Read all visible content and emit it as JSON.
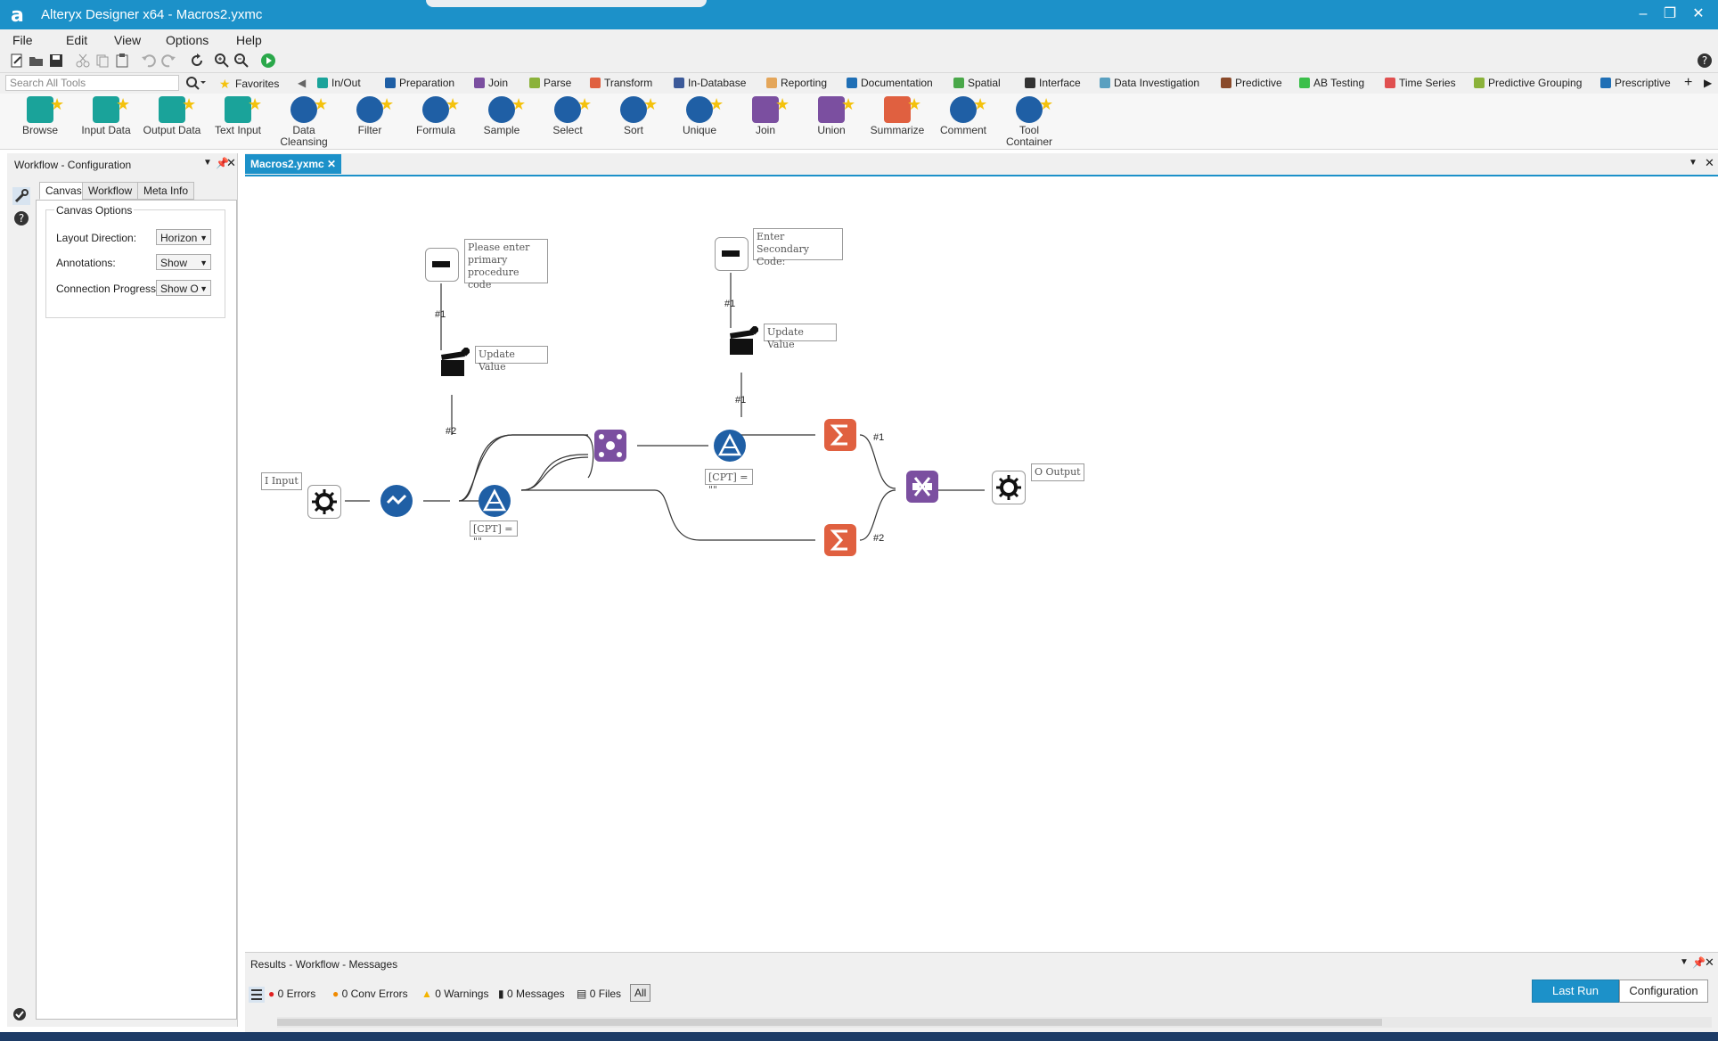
{
  "window": {
    "title": "Alteryx Designer x64 - Macros2.yxmc",
    "logo": "a"
  },
  "menu": [
    "File",
    "Edit",
    "View",
    "Options",
    "Help"
  ],
  "search": {
    "placeholder": "Search All Tools"
  },
  "palette_tabs": [
    {
      "label": "Favorites",
      "color": "#f4c20d"
    },
    {
      "label": "In/Out",
      "color": "#1aa39a"
    },
    {
      "label": "Preparation",
      "color": "#1f5fa5"
    },
    {
      "label": "Join",
      "color": "#7b4fa0"
    },
    {
      "label": "Parse",
      "color": "#8bb23a"
    },
    {
      "label": "Transform",
      "color": "#e06040"
    },
    {
      "label": "In-Database",
      "color": "#3c5a99"
    },
    {
      "label": "Reporting",
      "color": "#e4a65a"
    },
    {
      "label": "Documentation",
      "color": "#1f6fb5"
    },
    {
      "label": "Spatial",
      "color": "#4aa84a"
    },
    {
      "label": "Interface",
      "color": "#333333"
    },
    {
      "label": "Data Investigation",
      "color": "#5aa0c0"
    },
    {
      "label": "Predictive",
      "color": "#8a4a2a"
    },
    {
      "label": "AB Testing",
      "color": "#3bbf4a"
    },
    {
      "label": "Time Series",
      "color": "#e05050"
    },
    {
      "label": "Predictive Grouping",
      "color": "#8bb23a"
    },
    {
      "label": "Prescriptive",
      "color": "#1f6fb5"
    }
  ],
  "tools": [
    {
      "label": "Browse",
      "color": "#1aa39a"
    },
    {
      "label": "Input Data",
      "color": "#1aa39a"
    },
    {
      "label": "Output Data",
      "color": "#1aa39a"
    },
    {
      "label": "Text Input",
      "color": "#1aa39a"
    },
    {
      "label": "Data Cleansing",
      "color": "#1f5fa5"
    },
    {
      "label": "Filter",
      "color": "#1f5fa5"
    },
    {
      "label": "Formula",
      "color": "#1f5fa5"
    },
    {
      "label": "Sample",
      "color": "#1f5fa5"
    },
    {
      "label": "Select",
      "color": "#1f5fa5"
    },
    {
      "label": "Sort",
      "color": "#1f5fa5"
    },
    {
      "label": "Unique",
      "color": "#1f5fa5"
    },
    {
      "label": "Join",
      "color": "#7b4fa0"
    },
    {
      "label": "Union",
      "color": "#7b4fa0"
    },
    {
      "label": "Summarize",
      "color": "#e06040"
    },
    {
      "label": "Comment",
      "color": "#1f5fa5"
    },
    {
      "label": "Tool Container",
      "color": "#1f5fa5"
    }
  ],
  "config": {
    "header": "Workflow - Configuration",
    "tabs": [
      "Canvas",
      "Workflow",
      "Meta Info"
    ],
    "group": "Canvas Options",
    "fields": [
      {
        "label": "Layout Direction:",
        "value": "Horizon"
      },
      {
        "label": "Annotations:",
        "value": "Show"
      },
      {
        "label": "Connection Progress:",
        "value": "Show O"
      }
    ]
  },
  "doc_tab": "Macros2.yxmc",
  "canvas": {
    "annotations": {
      "primary": "Please enter primary procedure code",
      "secondary": "Enter Secondary Code:",
      "update1": "Update Value",
      "update2": "Update Value",
      "input": "I Input",
      "output": "O Output",
      "filter1": "[CPT] = \"\"",
      "filter2": "[CPT] = \"\""
    },
    "conn_labels": [
      "#1",
      "#2",
      "#1",
      "#1",
      "#1",
      "#2"
    ]
  },
  "results": {
    "header": "Results - Workflow - Messages",
    "stats": [
      "0 Errors",
      "0 Conv Errors",
      "0 Warnings",
      "0 Messages",
      "0 Files"
    ],
    "all": "All",
    "last_run": "Last Run",
    "configuration": "Configuration"
  }
}
